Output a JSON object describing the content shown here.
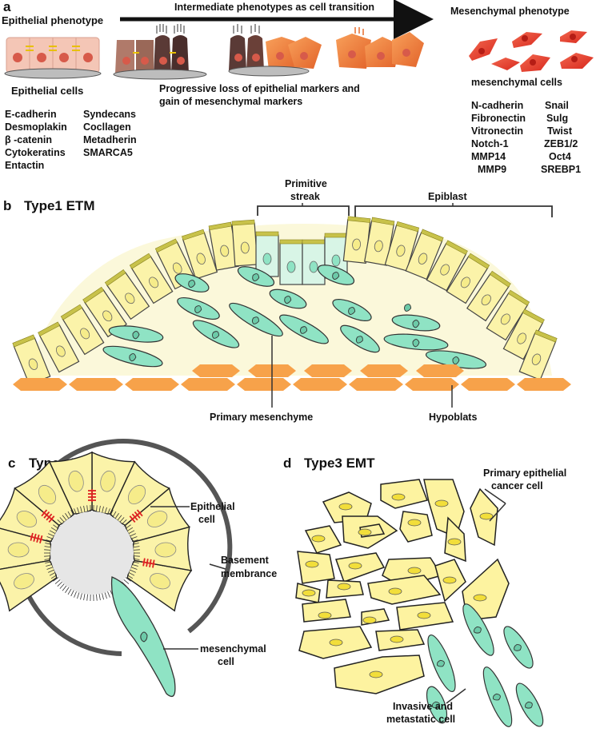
{
  "panel_a": {
    "letter": "a",
    "epithelial_title": "Epithelial phenotype",
    "arrow_label": "Intermediate phenotypes as cell transition",
    "mesenchymal_title": "Mesenchymal phenotype",
    "epithelial_caption": "Epithelial cells",
    "mesenchymal_caption": "mesenchymal cells",
    "progress_line1": "Progressive loss of epithelial markers and",
    "progress_line2": "gain of mesenchymal markers",
    "epithelial_markers_col1": [
      "E-cadherin",
      "Desmoplakin",
      "β -catenin",
      "Cytokeratins",
      "Entactin"
    ],
    "epithelial_markers_col2": [
      "Syndecans",
      "Cocllagen",
      "Metadherin",
      "SMARCA5"
    ],
    "mesenchymal_markers_col1": [
      "N-cadherin",
      "Fibronectin",
      "Vitronectin",
      "Notch-1",
      "MMP14",
      "MMP9"
    ],
    "mesenchymal_markers_col2": [
      "Snail",
      "Sulg",
      "Twist",
      "ZEB1/2",
      "Oct4",
      "SREBP1"
    ]
  },
  "panel_b": {
    "letter": "b",
    "title": "Type1 ETM",
    "primitive_streak_1": "Primitive",
    "primitive_streak_2": "streak",
    "epiblast": "Epiblast",
    "primary_mesenchyme": "Primary mesenchyme",
    "hypoblast": "Hypoblats"
  },
  "panel_c": {
    "letter": "c",
    "title": "Type2 EMT",
    "epithelial_cell_1": "Epithelial",
    "epithelial_cell_2": "cell",
    "basement_1": "Basement",
    "basement_2": "membrance",
    "mesenchymal_1": "mesenchymal",
    "mesenchymal_2": "cell"
  },
  "panel_d": {
    "letter": "d",
    "title": "Type3 EMT",
    "cancer_cell_1": "Primary epithelial",
    "cancer_cell_2": "cancer cell",
    "invasive_1": "Invasive and",
    "invasive_2": "metastatic cell"
  },
  "colors": {
    "yellow_cell": "#fbf3a9",
    "mint_cell": "#8fe3c4",
    "orange_hypoblast": "#f7a24a",
    "red_cell": "#e8362b",
    "cilia": "#c8c24a",
    "junction": "#dd2222",
    "membrane": "#555555"
  }
}
